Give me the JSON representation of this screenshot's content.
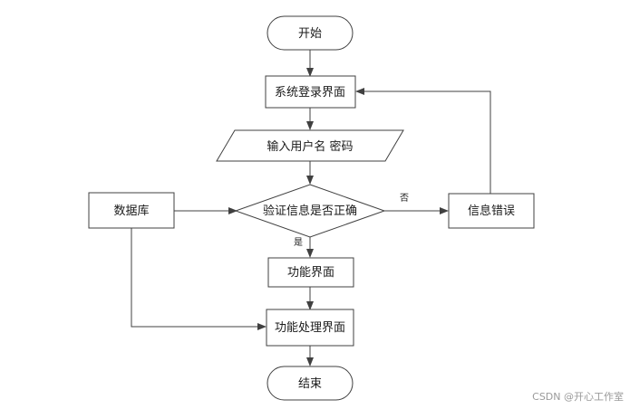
{
  "nodes": {
    "start": "开始",
    "login": "系统登录界面",
    "input": "输入用户名 密码",
    "verify": "验证信息是否正确",
    "database": "数据库",
    "error": "信息错误",
    "function_page": "功能界面",
    "process_page": "功能处理界面",
    "end": "结束"
  },
  "edges": {
    "yes": "是",
    "no": "否"
  },
  "watermark": "CSDN @开心工作室"
}
